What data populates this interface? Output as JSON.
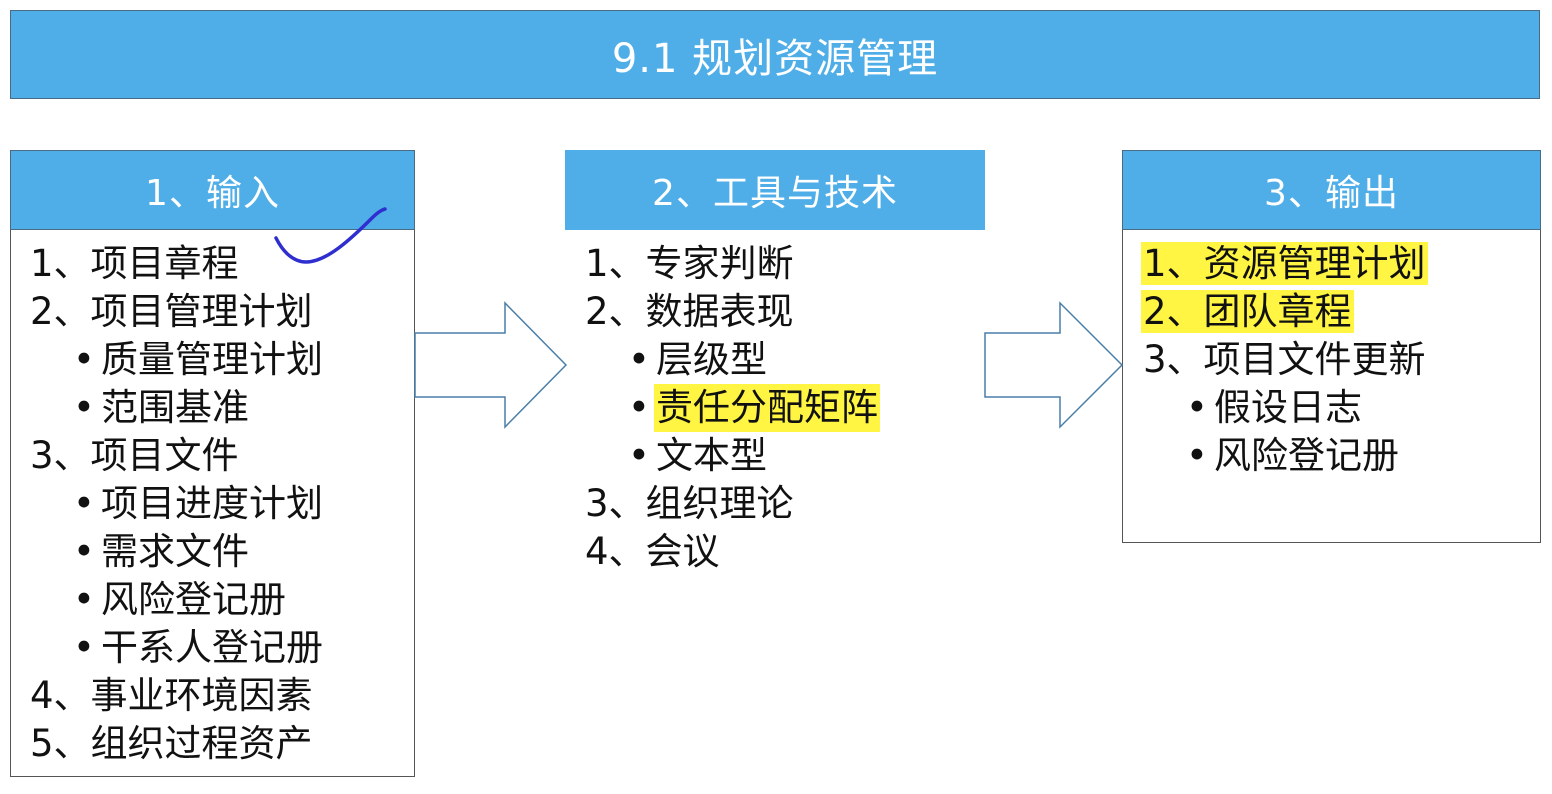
{
  "colors": {
    "header_blue": "#4faee8",
    "highlight": "#fff542",
    "arrow_stroke": "#4a7fa8",
    "ink": "#2f2fd0"
  },
  "title": "9.1  规划资源管理",
  "panels": [
    {
      "heading": "1、输入",
      "items": [
        {
          "text": "1、项目章程",
          "bullet": false,
          "highlight": false
        },
        {
          "text": "2、项目管理计划",
          "bullet": false,
          "highlight": false
        },
        {
          "text": "质量管理计划",
          "bullet": true,
          "highlight": false
        },
        {
          "text": "范围基准",
          "bullet": true,
          "highlight": false
        },
        {
          "text": "3、项目文件",
          "bullet": false,
          "highlight": false
        },
        {
          "text": "项目进度计划",
          "bullet": true,
          "highlight": false
        },
        {
          "text": "需求文件",
          "bullet": true,
          "highlight": false
        },
        {
          "text": "风险登记册",
          "bullet": true,
          "highlight": false
        },
        {
          "text": "干系人登记册",
          "bullet": true,
          "highlight": false
        },
        {
          "text": "4、事业环境因素",
          "bullet": false,
          "highlight": false
        },
        {
          "text": "5、组织过程资产",
          "bullet": false,
          "highlight": false
        }
      ]
    },
    {
      "heading": "2、工具与技术",
      "items": [
        {
          "text": "1、专家判断",
          "bullet": false,
          "highlight": false
        },
        {
          "text": "2、数据表现",
          "bullet": false,
          "highlight": false
        },
        {
          "text": "层级型",
          "bullet": true,
          "highlight": false
        },
        {
          "text": "责任分配矩阵",
          "bullet": true,
          "highlight": true
        },
        {
          "text": "文本型",
          "bullet": true,
          "highlight": false
        },
        {
          "text": "3、组织理论",
          "bullet": false,
          "highlight": false
        },
        {
          "text": "4、会议",
          "bullet": false,
          "highlight": false
        }
      ]
    },
    {
      "heading": "3、输出",
      "items": [
        {
          "text": "1、资源管理计划",
          "bullet": false,
          "highlight": true
        },
        {
          "text": "2、团队章程",
          "bullet": false,
          "highlight": true
        },
        {
          "text": "3、项目文件更新",
          "bullet": false,
          "highlight": false
        },
        {
          "text": "假设日志",
          "bullet": true,
          "highlight": false
        },
        {
          "text": "风险登记册",
          "bullet": true,
          "highlight": false
        }
      ]
    }
  ],
  "bullet_char": "•"
}
